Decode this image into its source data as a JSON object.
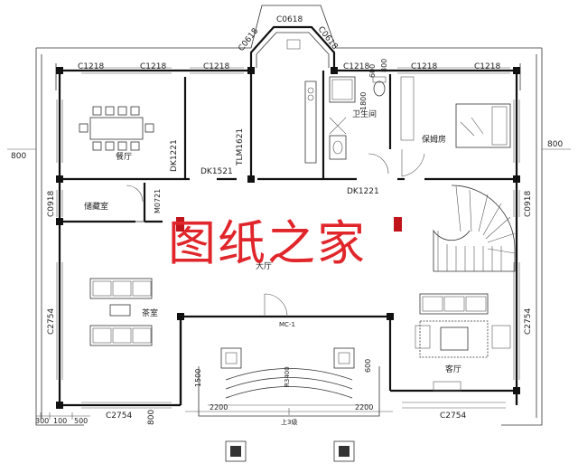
{
  "watermark": {
    "text": "图纸之家",
    "color": "#e0262b"
  },
  "rooms": {
    "dining": "餐厅",
    "storage": "储藏室",
    "hall": "大厅",
    "tea": "茶室",
    "bath": "卫生间",
    "nanny": "保姆房",
    "living": "客厅"
  },
  "windows": {
    "c0618_top": "C0618",
    "c0618_left": "C0618",
    "c0618_right": "C0618",
    "c1218_1": "C1218",
    "c1218_2": "C1218",
    "c1218_3": "C1218",
    "c1218_4": "C1218",
    "c1218_5": "C1218",
    "c1218_6": "C1218",
    "c0918_left": "C0918",
    "c0918_right": "C0918",
    "c2754_left": "C2754",
    "c2754_right": "C2754",
    "c2754_bottom_left": "C2754",
    "c2754_bottom_right": "C2754"
  },
  "doors": {
    "dk1221_dining": "DK1221",
    "dk1521": "DK1521",
    "tlm1621": "TLM1621",
    "dk1221_hall": "DK1221",
    "m0721": "M0721",
    "mc1": "MC-1"
  },
  "dimensions": {
    "d800_left": "800",
    "d800_right": "800",
    "d800_bottom": "800",
    "d1800": "1800",
    "d600_top": "600",
    "d1500": "1500",
    "d600_right": "600",
    "r3400": "R3400",
    "d2200_left": "2200",
    "d2200_right": "2200",
    "d300": "300",
    "d100": "100",
    "d500": "500",
    "d800_window": "800",
    "steps": "上3级"
  }
}
